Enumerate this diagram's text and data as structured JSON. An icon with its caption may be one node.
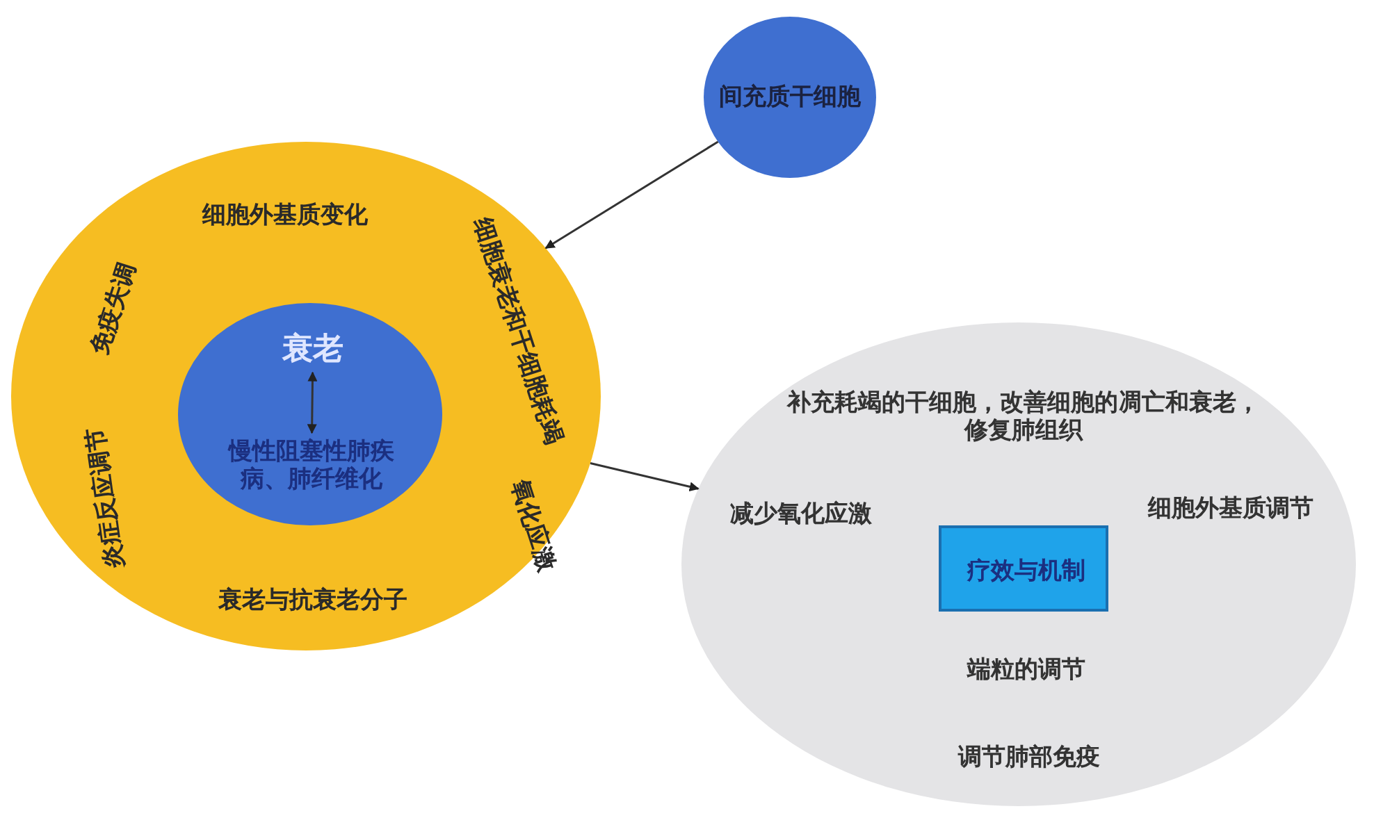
{
  "diagram": {
    "nodes": [
      {
        "text": [
          "间充质干细胞"
        ]
      },
      {
        "text": [
          "细胞外基质变化",
          "细胞衰老和干细胞耗竭",
          "免疫失调",
          "氧化应激",
          "炎症反应调节",
          "衰老与抗衰老分子"
        ]
      },
      {
        "text": [],
        "shape": "circle",
        "in": 1
      },
      {
        "text": [
          "衰老"
        ],
        "in": 2
      },
      {
        "text": [
          "慢性阻塞性肺疾病、肺纤维化"
        ],
        "in": 2
      },
      {
        "text": [
          "补充耗竭的干细胞，改善细胞的凋亡和衰老，修复肺组织",
          "减少氧化应激",
          "细胞外基质调节",
          "端粒的调节",
          "调节肺部免疫"
        ]
      },
      {
        "text": [
          "疗效与机制"
        ],
        "in": 5
      }
    ],
    "edges": [
      {
        "from": 0,
        "to": 1,
        "arrow": "to"
      },
      {
        "from": 3,
        "to": 4,
        "arrow": "both"
      },
      {
        "from": 1,
        "to": 5,
        "arrow": "to"
      }
    ]
  }
}
